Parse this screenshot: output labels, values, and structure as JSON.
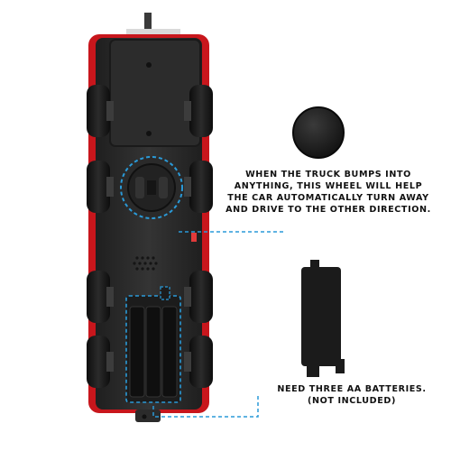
{
  "annotations": {
    "wheel_caption": [
      "WHEN THE TRUCK BUMPS INTO",
      "ANYTHING, THIS WHEEL WILL HELP",
      "THE CAR AUTOMATICALLY TURN AWAY",
      "AND DRIVE TO THE OTHER DIRECTION."
    ],
    "battery_caption": [
      "NEED THREE AA BATTERIES.",
      "(NOT INCLUDED)"
    ]
  },
  "colors": {
    "body_red": "#c8161c",
    "chassis_black": "#262626",
    "tire_black": "#161616",
    "callout_blue": "#2a9ad8",
    "background": "#ffffff"
  }
}
